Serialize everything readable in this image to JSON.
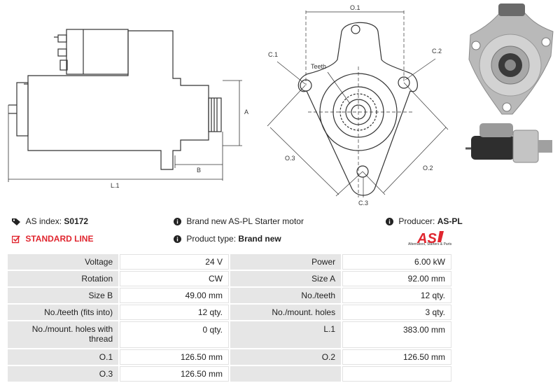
{
  "drawing": {
    "side_labels": {
      "a": "A",
      "b": "B",
      "l1": "L.1"
    },
    "front_labels": {
      "o1": "O.1",
      "o2": "O.2",
      "o3": "O.3",
      "c1": "C.1",
      "c2": "C.2",
      "c3": "C.3",
      "teeth": "Teeth"
    }
  },
  "info": {
    "as_index_label": "AS index:",
    "as_index_value": "S0172",
    "standard_line": "STANDARD LINE",
    "description": "Brand new AS-PL Starter motor",
    "product_type_label": "Product type:",
    "product_type_value": "Brand new",
    "producer_label": "Producer:",
    "producer_value": "AS-PL"
  },
  "logo": {
    "text": "AS",
    "tagline": "Alternators, Starters & Parts",
    "color": "#e0262f"
  },
  "specs": [
    {
      "l1": "Voltage",
      "v1": "24 V",
      "l2": "Power",
      "v2": "6.00 kW"
    },
    {
      "l1": "Rotation",
      "v1": "CW",
      "l2": "Size A",
      "v2": "92.00 mm"
    },
    {
      "l1": "Size B",
      "v1": "49.00 mm",
      "l2": "No./teeth",
      "v2": "12 qty."
    },
    {
      "l1": "No./teeth (fits into)",
      "v1": "12 qty.",
      "l2": "No./mount. holes",
      "v2": "3 qty."
    },
    {
      "l1": "No./mount. holes with thread",
      "v1": "0 qty.",
      "l2": "L.1",
      "v2": "383.00 mm"
    },
    {
      "l1": "O.1",
      "v1": "126.50 mm",
      "l2": "O.2",
      "v2": "126.50 mm"
    },
    {
      "l1": "O.3",
      "v1": "126.50 mm",
      "l2": "",
      "v2": ""
    }
  ]
}
